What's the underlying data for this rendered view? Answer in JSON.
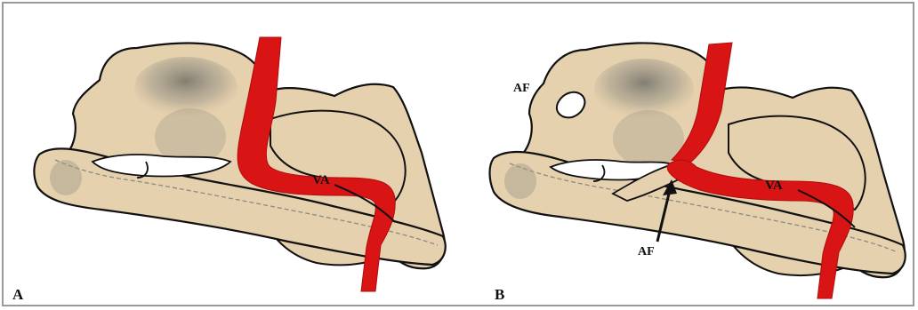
{
  "panels": [
    {
      "letter": "A",
      "artery_label": "VA"
    },
    {
      "letter": "B",
      "artery_label": "VA",
      "foramen_labels": [
        "AF",
        "AF"
      ]
    }
  ],
  "colors": {
    "bone_fill": "#e6d1ae",
    "bone_outline": "#111111",
    "artery": "#d81414",
    "shading": "#8a8a80",
    "frame": "#9a9a9a"
  }
}
